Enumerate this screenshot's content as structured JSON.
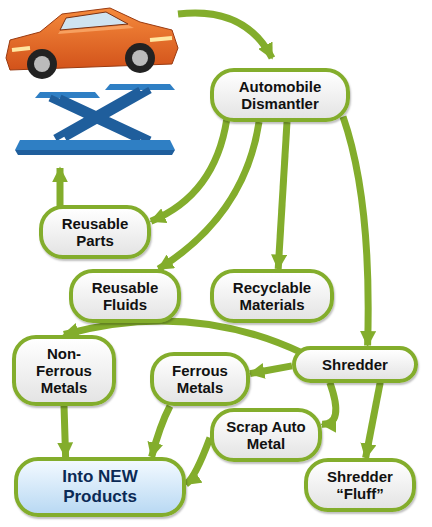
{
  "diagram": {
    "nodes": [
      {
        "text": [
          "Automobile Dismantler"
        ]
      },
      {
        "text": [
          "Reusable Parts"
        ]
      },
      {
        "text": [
          "Reusable Fluids"
        ]
      },
      {
        "text": [
          "Recyclable Materials"
        ]
      },
      {
        "text": [
          "Non-Ferrous Metals"
        ]
      },
      {
        "text": [
          "Shredder"
        ]
      },
      {
        "text": [
          "Ferrous Metals"
        ]
      },
      {
        "text": [
          "Scrap Auto Metal"
        ]
      },
      {
        "text": [
          "Into NEW Products"
        ]
      },
      {
        "text": [
          "Shredder “Fluff”"
        ]
      }
    ],
    "edges": [
      {
        "from": 0,
        "to": 1,
        "arrow": "to"
      },
      {
        "from": 0,
        "to": 2,
        "arrow": "to"
      },
      {
        "from": 0,
        "to": 3,
        "arrow": "to"
      },
      {
        "from": 0,
        "to": 5,
        "arrow": "to"
      },
      {
        "from": 5,
        "to": 4,
        "arrow": "to"
      },
      {
        "from": 5,
        "to": 6,
        "arrow": "to"
      },
      {
        "from": 5,
        "to": 7,
        "arrow": "to"
      },
      {
        "from": 5,
        "to": 9,
        "arrow": "to"
      },
      {
        "from": 4,
        "to": 8,
        "arrow": "to"
      },
      {
        "from": 6,
        "to": 8,
        "arrow": "to"
      },
      {
        "from": 7,
        "to": 8,
        "arrow": "to"
      }
    ]
  }
}
